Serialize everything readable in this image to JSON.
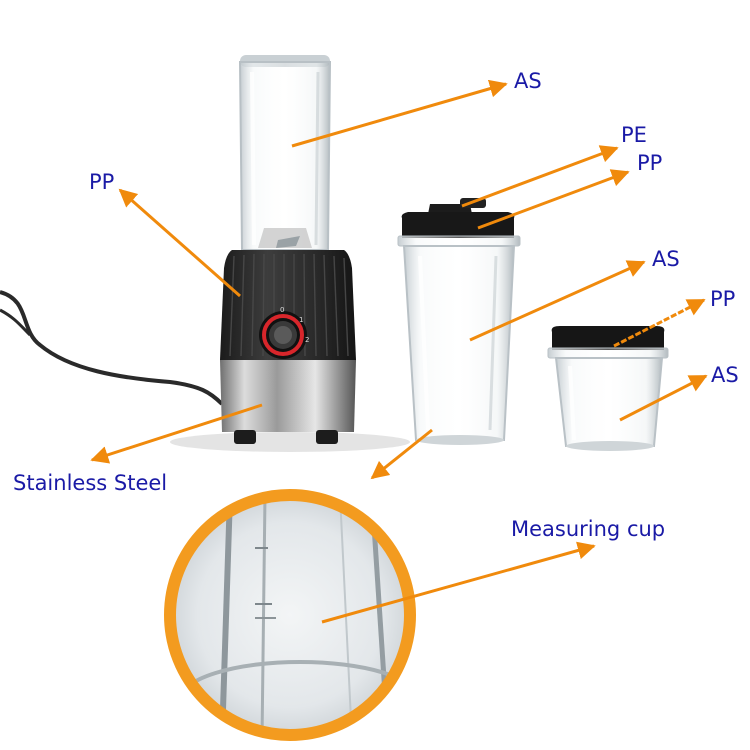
{
  "labels": {
    "as_top": "AS",
    "pe": "PE",
    "pp_lid": "PP",
    "pp_base": "PP",
    "as_cup": "AS",
    "pp_small": "PP",
    "as_small": "AS",
    "steel": "Stainless Steel",
    "measuring": "Measuring cup"
  },
  "knob_marks": [
    "0",
    "1",
    "2"
  ],
  "colors": {
    "label_text": "#1a1aa6",
    "arrow": "#f08a0c",
    "lens_ring": "#f39b1f",
    "base_dark": "#2b2b2b",
    "knob_ring": "#d8262b"
  }
}
